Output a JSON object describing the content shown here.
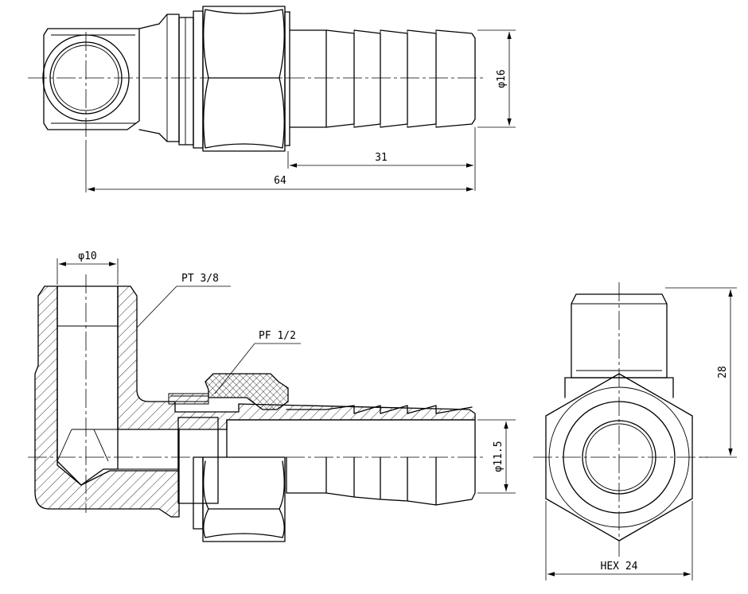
{
  "dimensions": {
    "dia16": "φ16",
    "len31": "31",
    "len64": "64",
    "dia10": "φ10",
    "pt38": "PT 3/8",
    "pf12": "PF 1/2",
    "dia11_5": "φ11.5",
    "h28": "28",
    "hex24": "HEX 24"
  },
  "colors": {
    "line": "#000000",
    "background": "#ffffff"
  }
}
